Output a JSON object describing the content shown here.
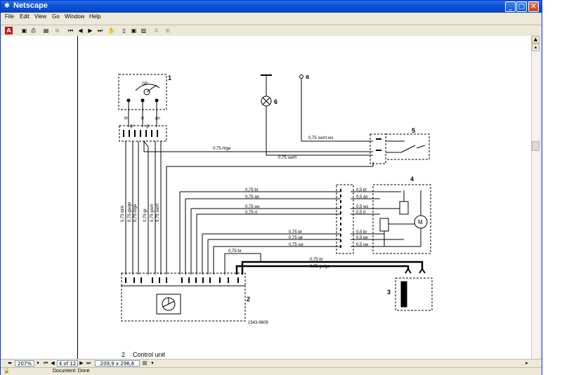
{
  "window": {
    "title": "Netscape",
    "icon": "netscape-icon"
  },
  "window_controls": {
    "minimize": "_",
    "maximize": "□",
    "close": "✕"
  },
  "menu": [
    "File",
    "Edit",
    "View",
    "Go",
    "Window",
    "Help"
  ],
  "toolbar_icons": [
    "acrobat-icon",
    "save-icon",
    "print-icon",
    "thumbnails-icon",
    "copy-icon",
    "first-page-icon",
    "prev-page-icon",
    "next-page-icon",
    "last-page-icon",
    "hand-tool-icon",
    "actual-size-icon",
    "fit-page-icon",
    "fit-width-icon",
    "text-select-icon",
    "column-select-icon"
  ],
  "diagram": {
    "labels": {
      "l1": "1",
      "l2": "2",
      "l3": "3",
      "l4": "4",
      "l5": "5",
      "l6": "6",
      "la": "a",
      "sp": "SP",
      "bl": "bl",
      "rt": "rt",
      "gn": "gn",
      "gr1": "gr",
      "gr2": "gr",
      "w1": "0,75 sw/rt-ws",
      "w2": "0,75 rt/ge",
      "w3": "0,75 sw/rt",
      "w4": "0,75 bl",
      "w5": "0,75 gn",
      "w6": "0,75 ws",
      "w7": "0,75 rt",
      "w8": "0,75 br",
      "w9": "0,75 ge",
      "w10": "0,75 sw",
      "w11": "0,75 br",
      "w12": "0,75 br",
      "w13": "0,75 gn/ge",
      "r1": "0,5 bl",
      "r2": "0,5 gn",
      "r3": "0,5 ws",
      "r4": "0,5 rt",
      "r5": "0,5 br",
      "r6": "0,5 ge",
      "r7": "0,5 sw",
      "v1": "0,75 bl/rt",
      "v2": "0,75 ge/gn",
      "v3": "0,75 rt/ge",
      "v4": "0,75 gr",
      "v5": "0,75 gn/rt",
      "v6": "0,75 sw/rt",
      "part_no": "1543-9609",
      "caption_num": "2",
      "caption_text": "Control unit",
      "motor": "M"
    }
  },
  "navbar": {
    "zoom": "207%",
    "page": "4 of 12",
    "page_size": "209,9 x 296,6 mm"
  },
  "status": {
    "text": "Document: Done"
  }
}
